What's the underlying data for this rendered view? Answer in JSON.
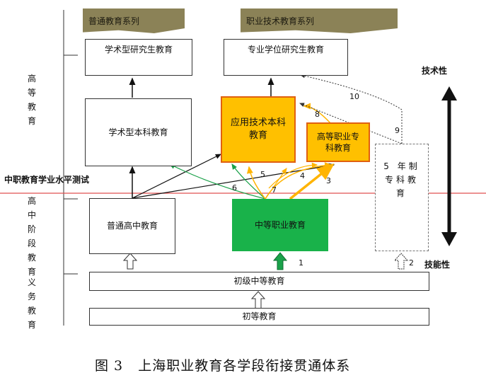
{
  "banners": {
    "general": "普通教育系列",
    "vocational": "职业技术教育系列"
  },
  "boxes": {
    "academic_grad": "学术型研究生教育",
    "professional_grad": "专业学位研究生教育",
    "academic_undergrad": "学术型本科教育",
    "applied_undergrad": "应用技术本科教育",
    "higher_vocational": "高等职业专科教育",
    "five_year": "5 年制专科教育",
    "general_high": "普通高中教育",
    "secondary_vocational": "中等职业教育",
    "junior_secondary": "初级中等教育",
    "primary": "初等教育"
  },
  "side_labels": {
    "higher_ed": "高等教育",
    "high_school": "高中阶段教育",
    "compulsory": "义务教育"
  },
  "level_test": "中职教育学业水平测试",
  "axis": {
    "top": "技术性",
    "bottom": "技能性"
  },
  "numbers": [
    "1",
    "2",
    "3",
    "4",
    "5",
    "6",
    "7",
    "8",
    "9",
    "10"
  ],
  "caption": "图 3   上海职业教育各学段衔接贯通体系",
  "colors": {
    "vocational_orange": "#ffc000",
    "secondary_green": "#19b24a",
    "banner_olive": "#8b8257",
    "test_line": "#e05050"
  }
}
